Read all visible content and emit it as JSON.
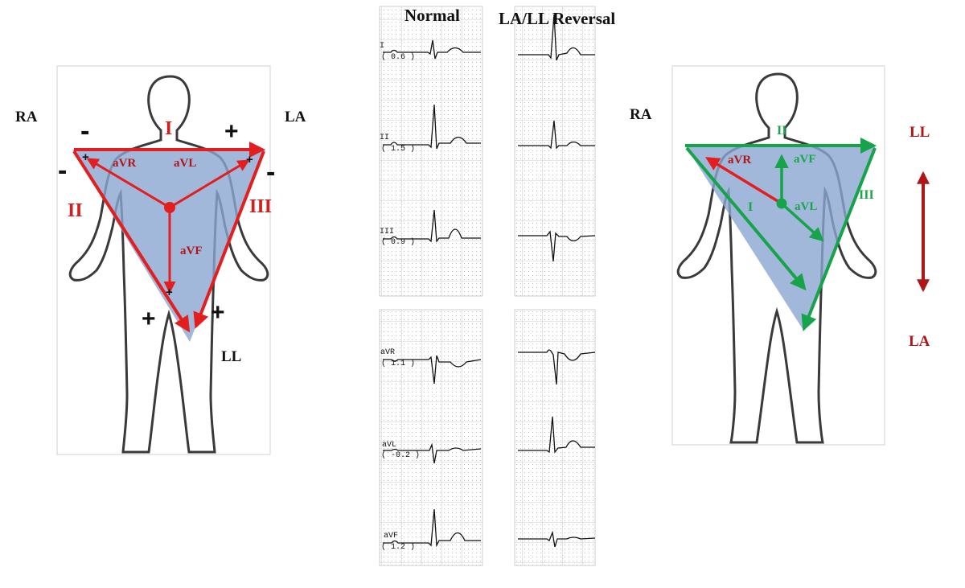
{
  "headings": {
    "normal": "Normal",
    "reversal": "LA/LL Reversal"
  },
  "left_diagram": {
    "electrodes": {
      "ra": "RA",
      "la": "LA",
      "ll": "LL"
    },
    "leads": {
      "i": "I",
      "ii": "II",
      "iii": "III",
      "avr": "aVR",
      "avl": "aVL",
      "avf": "aVF"
    },
    "polarity": {
      "minus": "-",
      "plus": "+"
    },
    "colors": {
      "vector": "#e31e1e",
      "fill": "#8aa6d2"
    }
  },
  "right_diagram": {
    "electrodes": {
      "ra": "RA",
      "ll": "LL",
      "la": "LA"
    },
    "leads": {
      "ii": "II",
      "iii": "III",
      "i": "I",
      "avr": "aVR",
      "avf": "aVF",
      "avl": "aVL"
    },
    "colors": {
      "vector": "#16a34a",
      "avr_vector": "#e31e1e",
      "arrow": "#b01616",
      "fill": "#8aa6d2"
    }
  },
  "ecg": {
    "normal_labels": [
      {
        "lead": "I",
        "value": "( 0.6 )"
      },
      {
        "lead": "II",
        "value": "( 1.5 )"
      },
      {
        "lead": "III",
        "value": "( 0.9 )"
      },
      {
        "lead": "aVR",
        "value": "( 1.1 )"
      },
      {
        "lead": "aVL",
        "value": "( -0.2 )"
      },
      {
        "lead": "aVF",
        "value": "( 1.2 )"
      }
    ]
  }
}
